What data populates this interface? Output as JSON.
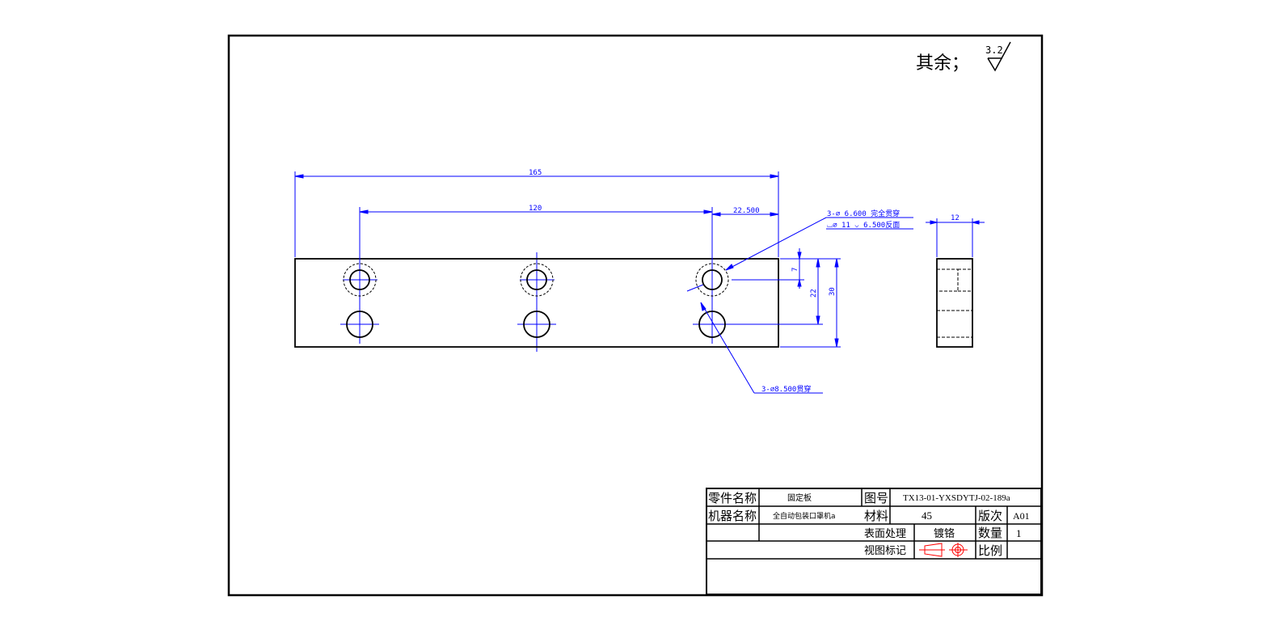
{
  "roughness": {
    "label": "其余；",
    "value": "3.2"
  },
  "dimensions": {
    "overall_length": "165",
    "hole_spacing": "120",
    "edge_offset": "22.500",
    "top_row_offset": "7",
    "row_distance": "22",
    "overall_height": "30",
    "thickness": "12"
  },
  "callouts": {
    "counterbore_line1": "3-⌀ 6.600 完全贯穿",
    "counterbore_line2": "⌴⌀ 11  ⌵ 6.500反面",
    "through_holes": "3-⌀8.500贯穿"
  },
  "title_block": {
    "part_name_label": "零件名称",
    "part_name_value": "固定板",
    "drawing_no_label": "图号",
    "drawing_no_value": "TX13-01-YXSDYTJ-02-189a",
    "machine_name_label": "机器名称",
    "machine_name_value": "全自动包装口罩机a",
    "material_label": "材料",
    "material_value": "45",
    "revision_label": "版次",
    "revision_value": "A01",
    "surface_label": "表面处理",
    "surface_value": "镀铬",
    "quantity_label": "数量",
    "quantity_value": "1",
    "view_label": "视图标记",
    "scale_label": "比例",
    "scale_value": ""
  },
  "colors": {
    "outline": "#000000",
    "dimension": "#0000ff",
    "centerline": "#0000ff",
    "projection_symbol": "#ff0000"
  }
}
